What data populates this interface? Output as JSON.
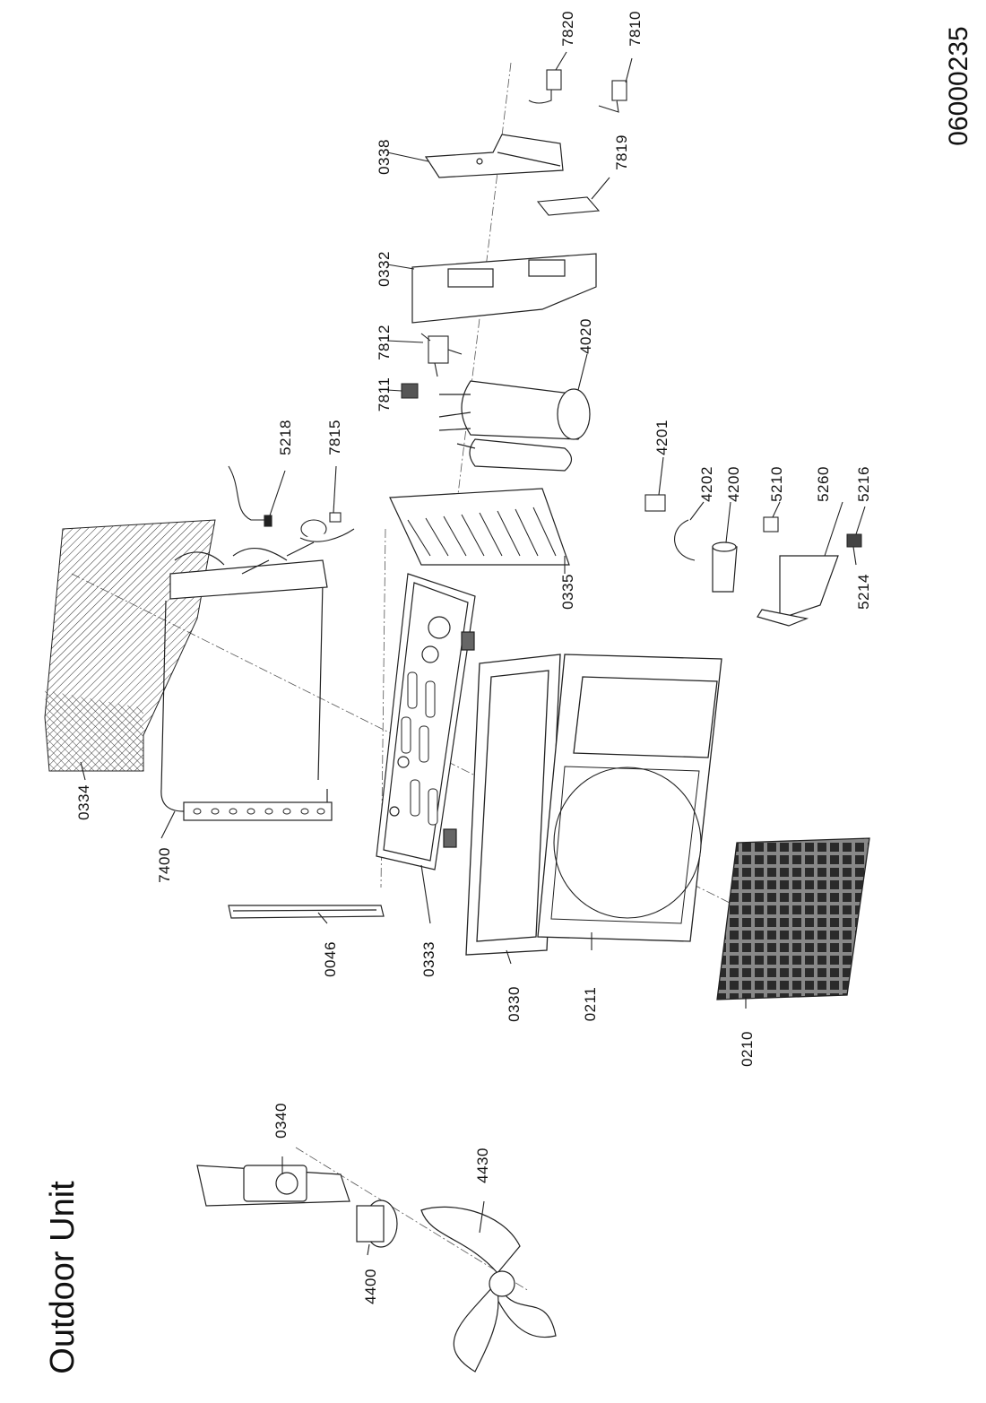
{
  "title": "Outdoor Unit",
  "document_number": "06000235",
  "callouts": [
    "7820",
    "7810",
    "0338",
    "7819",
    "0332",
    "7812",
    "7811",
    "4020",
    "5218",
    "7815",
    "4201",
    "4202",
    "4200",
    "5210",
    "5260",
    "5216",
    "5214",
    "0335",
    "0334",
    "7400",
    "0046",
    "0333",
    "0330",
    "0211",
    "0210",
    "0340",
    "4430",
    "4400"
  ]
}
